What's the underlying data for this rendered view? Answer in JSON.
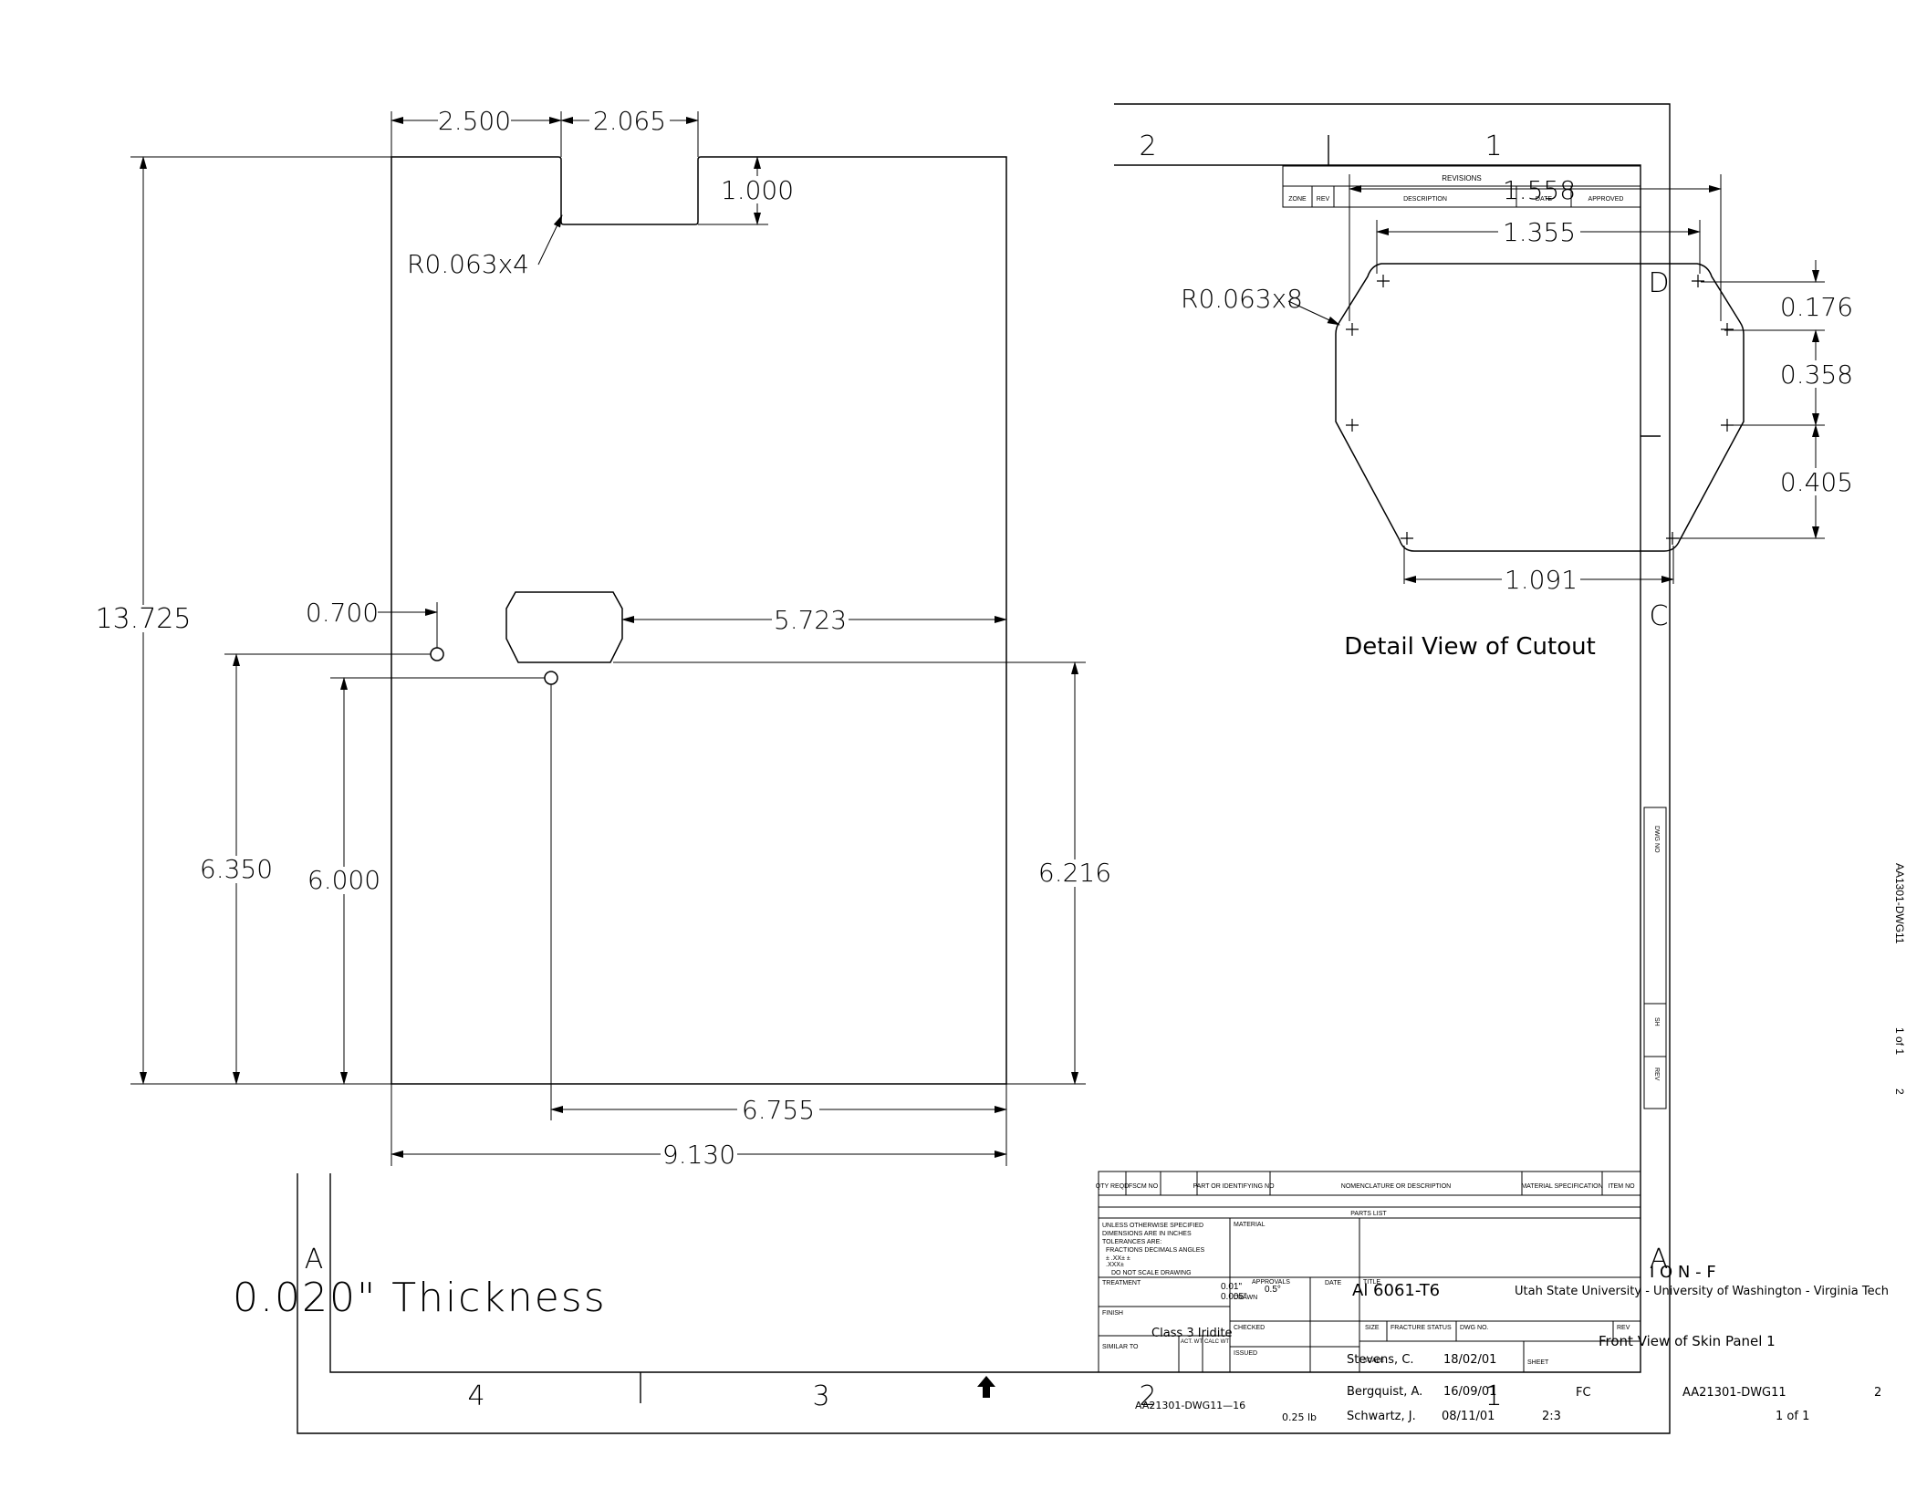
{
  "panel": {
    "dims": {
      "top_left_width": "2.500",
      "notch_width": "2.065",
      "notch_depth": "1.000",
      "notch_radius": "R0.063x4",
      "total_height": "13.725",
      "hole1_offset": "0.700",
      "cutout_to_edge": "5.723",
      "hole1_height": "6.350",
      "hole2_height": "6.000",
      "cutout_height": "6.216",
      "hole2_to_edge": "6.755",
      "total_width": "9.130"
    },
    "thickness_label": "0.020\" Thickness"
  },
  "detail": {
    "title": "Detail View of Cutout",
    "radius": "R0.063x8",
    "dims": {
      "outer_width": "1.558",
      "top_flat": "1.355",
      "bottom_flat": "1.091",
      "upper_chamfer": "0.176",
      "middle_straight": "0.358",
      "lower_chamfer": "0.405"
    }
  },
  "frame": {
    "zones_top": [
      "2",
      "1"
    ],
    "zones_bottom": [
      "4",
      "3",
      "2",
      "1"
    ],
    "rows_left": [
      "D",
      "C",
      "A"
    ],
    "row_right": "A",
    "revisions": {
      "title": "REVISIONS",
      "headers": [
        "ZONE",
        "REV",
        "DESCRIPTION",
        "DATE",
        "APPROVED"
      ]
    },
    "side_strip": [
      "DWG NO",
      "SH",
      "REV"
    ],
    "vertical_right": [
      "AA1301-DWG11",
      "1 of 1",
      "2"
    ]
  },
  "title_block": {
    "parts_headers": [
      "QTY REQD",
      "FSCM NO",
      "PART OR IDENTIFYING NO",
      "NOMENCLATURE OR DESCRIPTION",
      "MATERIAL SPECIFICATION",
      "ITEM NO"
    ],
    "parts_list": "PARTS LIST",
    "notes": [
      "UNLESS OTHERWISE SPECIFIED",
      "DIMENSIONS ARE IN INCHES",
      "TOLERANCES ARE:",
      "FRACTIONS  DECIMALS  ANGLES",
      "±          .XX±          ±",
      "               .XXX±",
      "DO NOT SCALE DRAWING"
    ],
    "tolerance_1": "0.01\"",
    "tolerance_2": "0.005\"",
    "tolerance_3": "0.5°",
    "labels": {
      "material": "MATERIAL",
      "treatment": "TREATMENT",
      "finish": "FINISH",
      "similar_to": "SIMILAR TO",
      "act_wt": "ACT. WT.",
      "calc_wt": "CALC WT",
      "approvals": "APPROVALS",
      "date": "DATE",
      "drawn": "DRAWN",
      "checked": "CHECKED",
      "issued": "ISSUED",
      "title": "TITLE",
      "size": "SIZE",
      "fracture_status": "FRACTURE STATUS",
      "dwg_no": "DWG NO.",
      "rev": "REV",
      "scale": "SCALE",
      "sheet": "SHEET"
    },
    "material": "Al 6061-T6",
    "finish": "Class 3 Iridite",
    "organization": "Utah State University - University of Washington - Virginia Tech",
    "ion_fragment": "I O N - F",
    "title_text": "Front View of Skin Panel 1",
    "drawn_by": "Bergquist, A.",
    "drawn_date": "16/09/01",
    "checked_by": "Stevens, C.",
    "checked_date": "18/02/01",
    "issued_by": "Schwartz, J.",
    "issued_date": "08/11/01",
    "fracture_status": "FC",
    "dwg_no": "AA21301-DWG11",
    "rev": "2",
    "scale": "2:3",
    "weight": "0.25 lb",
    "sheet": "1 of 1",
    "file_ref": "AA21301-DWG11—16"
  }
}
